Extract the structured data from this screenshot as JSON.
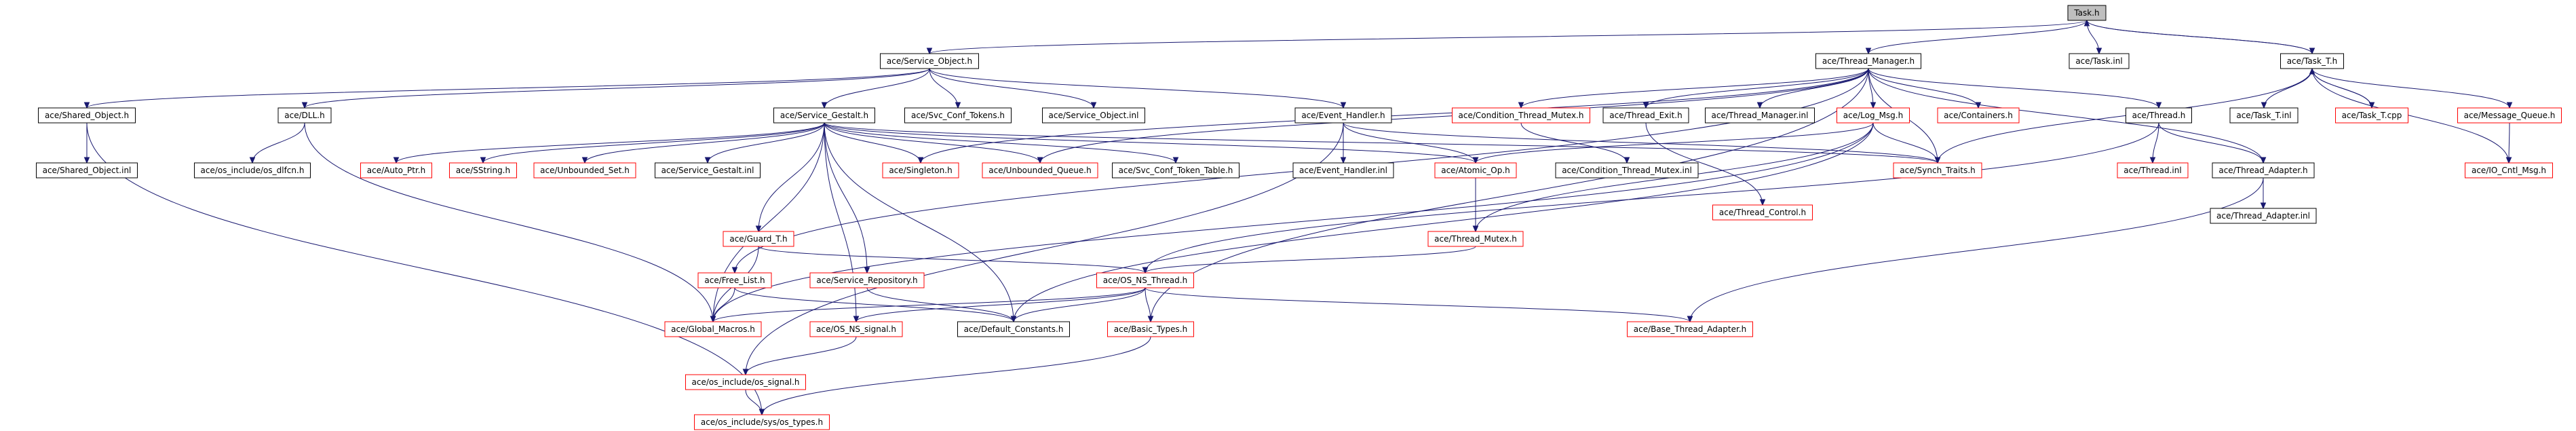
{
  "colors": {
    "edge": "#191970",
    "edge_highlight": "#8b1a1a",
    "node_border": "#000000",
    "node_border_missing": "#ff0000",
    "root_fill": "#bfbfbf"
  },
  "nodes": [
    {
      "id": "task_h",
      "label": "Task.h",
      "style": "root"
    },
    {
      "id": "service_object_h",
      "label": "ace/Service_Object.h",
      "style": "black"
    },
    {
      "id": "thread_manager_h",
      "label": "ace/Thread_Manager.h",
      "style": "black"
    },
    {
      "id": "task_inl",
      "label": "ace/Task.inl",
      "style": "black"
    },
    {
      "id": "task_t_h",
      "label": "ace/Task_T.h",
      "style": "black"
    },
    {
      "id": "shared_object_h",
      "label": "ace/Shared_Object.h",
      "style": "black"
    },
    {
      "id": "dll_h",
      "label": "ace/DLL.h",
      "style": "black"
    },
    {
      "id": "service_gestalt_h",
      "label": "ace/Service_Gestalt.h",
      "style": "black"
    },
    {
      "id": "svc_conf_tokens_h",
      "label": "ace/Svc_Conf_Tokens.h",
      "style": "black"
    },
    {
      "id": "service_object_inl",
      "label": "ace/Service_Object.inl",
      "style": "black"
    },
    {
      "id": "event_handler_h",
      "label": "ace/Event_Handler.h",
      "style": "black"
    },
    {
      "id": "condition_thread_mutex_h",
      "label": "ace/Condition_Thread_Mutex.h",
      "style": "red"
    },
    {
      "id": "thread_exit_h",
      "label": "ace/Thread_Exit.h",
      "style": "black"
    },
    {
      "id": "thread_manager_inl",
      "label": "ace/Thread_Manager.inl",
      "style": "black"
    },
    {
      "id": "log_msg_h",
      "label": "ace/Log_Msg.h",
      "style": "red"
    },
    {
      "id": "containers_h",
      "label": "ace/Containers.h",
      "style": "red"
    },
    {
      "id": "thread_h",
      "label": "ace/Thread.h",
      "style": "black"
    },
    {
      "id": "task_t_inl",
      "label": "ace/Task_T.inl",
      "style": "black"
    },
    {
      "id": "task_t_cpp",
      "label": "ace/Task_T.cpp",
      "style": "red"
    },
    {
      "id": "message_queue_h",
      "label": "ace/Message_Queue.h",
      "style": "red"
    },
    {
      "id": "shared_object_inl",
      "label": "ace/Shared_Object.inl",
      "style": "black"
    },
    {
      "id": "os_dlfcn_h",
      "label": "ace/os_include/os_dlfcn.h",
      "style": "black"
    },
    {
      "id": "auto_ptr_h",
      "label": "ace/Auto_Ptr.h",
      "style": "red"
    },
    {
      "id": "sstring_h",
      "label": "ace/SString.h",
      "style": "red"
    },
    {
      "id": "unbounded_set_h",
      "label": "ace/Unbounded_Set.h",
      "style": "red"
    },
    {
      "id": "service_gestalt_inl",
      "label": "ace/Service_Gestalt.inl",
      "style": "black"
    },
    {
      "id": "singleton_h",
      "label": "ace/Singleton.h",
      "style": "red"
    },
    {
      "id": "unbounded_queue_h",
      "label": "ace/Unbounded_Queue.h",
      "style": "red"
    },
    {
      "id": "svc_conf_token_table_h",
      "label": "ace/Svc_Conf_Token_Table.h",
      "style": "black"
    },
    {
      "id": "event_handler_inl",
      "label": "ace/Event_Handler.inl",
      "style": "black"
    },
    {
      "id": "atomic_op_h",
      "label": "ace/Atomic_Op.h",
      "style": "red"
    },
    {
      "id": "condition_thread_mutex_inl",
      "label": "ace/Condition_Thread_Mutex.inl",
      "style": "black"
    },
    {
      "id": "synch_traits_h",
      "label": "ace/Synch_Traits.h",
      "style": "red"
    },
    {
      "id": "thread_inl",
      "label": "ace/Thread.inl",
      "style": "red"
    },
    {
      "id": "thread_adapter_h",
      "label": "ace/Thread_Adapter.h",
      "style": "black"
    },
    {
      "id": "io_cntl_msg_h",
      "label": "ace/IO_Cntl_Msg.h",
      "style": "red"
    },
    {
      "id": "thread_control_h",
      "label": "ace/Thread_Control.h",
      "style": "red"
    },
    {
      "id": "thread_adapter_inl",
      "label": "ace/Thread_Adapter.inl",
      "style": "black"
    },
    {
      "id": "guard_t_h",
      "label": "ace/Guard_T.h",
      "style": "red"
    },
    {
      "id": "thread_mutex_h",
      "label": "ace/Thread_Mutex.h",
      "style": "red"
    },
    {
      "id": "free_list_h",
      "label": "ace/Free_List.h",
      "style": "red"
    },
    {
      "id": "service_repository_h",
      "label": "ace/Service_Repository.h",
      "style": "red"
    },
    {
      "id": "os_ns_thread_h",
      "label": "ace/OS_NS_Thread.h",
      "style": "red"
    },
    {
      "id": "global_macros_h",
      "label": "ace/Global_Macros.h",
      "style": "red"
    },
    {
      "id": "os_ns_signal_h",
      "label": "ace/OS_NS_signal.h",
      "style": "red"
    },
    {
      "id": "default_constants_h",
      "label": "ace/Default_Constants.h",
      "style": "black"
    },
    {
      "id": "basic_types_h",
      "label": "ace/Basic_Types.h",
      "style": "red"
    },
    {
      "id": "base_thread_adapter_h",
      "label": "ace/Base_Thread_Adapter.h",
      "style": "red"
    },
    {
      "id": "os_signal_h",
      "label": "ace/os_include/os_signal.h",
      "style": "red"
    },
    {
      "id": "sys_os_types_h",
      "label": "ace/os_include/sys/os_types.h",
      "style": "red"
    }
  ],
  "edges": [
    [
      "task_h",
      "service_object_h"
    ],
    [
      "task_h",
      "thread_manager_h"
    ],
    [
      "task_h",
      "task_inl"
    ],
    [
      "task_h",
      "task_t_h"
    ],
    [
      "task_t_h",
      "task_h"
    ],
    [
      "service_object_h",
      "shared_object_h"
    ],
    [
      "service_object_h",
      "dll_h"
    ],
    [
      "service_object_h",
      "service_gestalt_h"
    ],
    [
      "service_object_h",
      "svc_conf_tokens_h"
    ],
    [
      "service_object_h",
      "service_object_inl"
    ],
    [
      "service_object_h",
      "event_handler_h"
    ],
    [
      "shared_object_h",
      "shared_object_inl"
    ],
    [
      "shared_object_h",
      "sys_os_types_h"
    ],
    [
      "dll_h",
      "os_dlfcn_h"
    ],
    [
      "dll_h",
      "global_macros_h"
    ],
    [
      "service_gestalt_h",
      "auto_ptr_h"
    ],
    [
      "service_gestalt_h",
      "sstring_h"
    ],
    [
      "service_gestalt_h",
      "unbounded_set_h"
    ],
    [
      "service_gestalt_h",
      "service_gestalt_inl"
    ],
    [
      "service_gestalt_h",
      "singleton_h"
    ],
    [
      "service_gestalt_h",
      "unbounded_queue_h"
    ],
    [
      "service_gestalt_h",
      "svc_conf_token_table_h"
    ],
    [
      "service_gestalt_h",
      "atomic_op_h"
    ],
    [
      "service_gestalt_h",
      "synch_traits_h"
    ],
    [
      "service_gestalt_h",
      "guard_t_h"
    ],
    [
      "service_gestalt_h",
      "service_repository_h"
    ],
    [
      "service_gestalt_h",
      "global_macros_h"
    ],
    [
      "service_gestalt_h",
      "os_ns_signal_h"
    ],
    [
      "service_gestalt_h",
      "default_constants_h"
    ],
    [
      "event_handler_h",
      "event_handler_inl"
    ],
    [
      "event_handler_h",
      "atomic_op_h"
    ],
    [
      "event_handler_h",
      "synch_traits_h"
    ],
    [
      "event_handler_h",
      "os_signal_h"
    ],
    [
      "thread_manager_h",
      "condition_thread_mutex_h"
    ],
    [
      "thread_manager_h",
      "thread_exit_h"
    ],
    [
      "thread_manager_h",
      "thread_manager_inl"
    ],
    [
      "thread_manager_h",
      "log_msg_h"
    ],
    [
      "thread_manager_h",
      "containers_h"
    ],
    [
      "thread_manager_h",
      "thread_h"
    ],
    [
      "thread_manager_h",
      "thread_adapter_h"
    ],
    [
      "thread_manager_h",
      "synch_traits_h"
    ],
    [
      "thread_manager_h",
      "singleton_h"
    ],
    [
      "thread_manager_h",
      "unbounded_queue_h"
    ],
    [
      "thread_manager_h",
      "free_list_h"
    ],
    [
      "thread_manager_h",
      "basic_types_h"
    ],
    [
      "condition_thread_mutex_h",
      "condition_thread_mutex_inl"
    ],
    [
      "thread_exit_h",
      "thread_control_h"
    ],
    [
      "log_msg_h",
      "atomic_op_h"
    ],
    [
      "log_msg_h",
      "synch_traits_h"
    ],
    [
      "log_msg_h",
      "thread_mutex_h"
    ],
    [
      "log_msg_h",
      "default_constants_h"
    ],
    [
      "log_msg_h",
      "global_macros_h"
    ],
    [
      "thread_h",
      "thread_inl"
    ],
    [
      "thread_h",
      "thread_adapter_h"
    ],
    [
      "thread_h",
      "os_ns_thread_h"
    ],
    [
      "thread_adapter_h",
      "thread_adapter_inl"
    ],
    [
      "thread_adapter_h",
      "base_thread_adapter_h"
    ],
    [
      "task_t_h",
      "task_t_inl"
    ],
    [
      "task_t_h",
      "task_t_cpp"
    ],
    [
      "task_t_cpp",
      "task_t_h"
    ],
    [
      "task_t_h",
      "message_queue_h"
    ],
    [
      "task_t_h",
      "io_cntl_msg_h"
    ],
    [
      "task_t_h",
      "synch_traits_h"
    ],
    [
      "message_queue_h",
      "io_cntl_msg_h"
    ],
    [
      "atomic_op_h",
      "thread_mutex_h"
    ],
    [
      "thread_mutex_h",
      "os_ns_thread_h"
    ],
    [
      "guard_t_h",
      "global_macros_h"
    ],
    [
      "guard_t_h",
      "os_ns_thread_h"
    ],
    [
      "free_list_h",
      "global_macros_h"
    ],
    [
      "free_list_h",
      "default_constants_h"
    ],
    [
      "service_repository_h",
      "default_constants_h"
    ],
    [
      "os_ns_thread_h",
      "global_macros_h"
    ],
    [
      "os_ns_thread_h",
      "os_ns_signal_h"
    ],
    [
      "os_ns_thread_h",
      "default_constants_h"
    ],
    [
      "os_ns_thread_h",
      "basic_types_h"
    ],
    [
      "os_ns_thread_h",
      "base_thread_adapter_h"
    ],
    [
      "os_ns_signal_h",
      "os_signal_h"
    ],
    [
      "os_signal_h",
      "sys_os_types_h"
    ],
    [
      "basic_types_h",
      "sys_os_types_h"
    ]
  ]
}
